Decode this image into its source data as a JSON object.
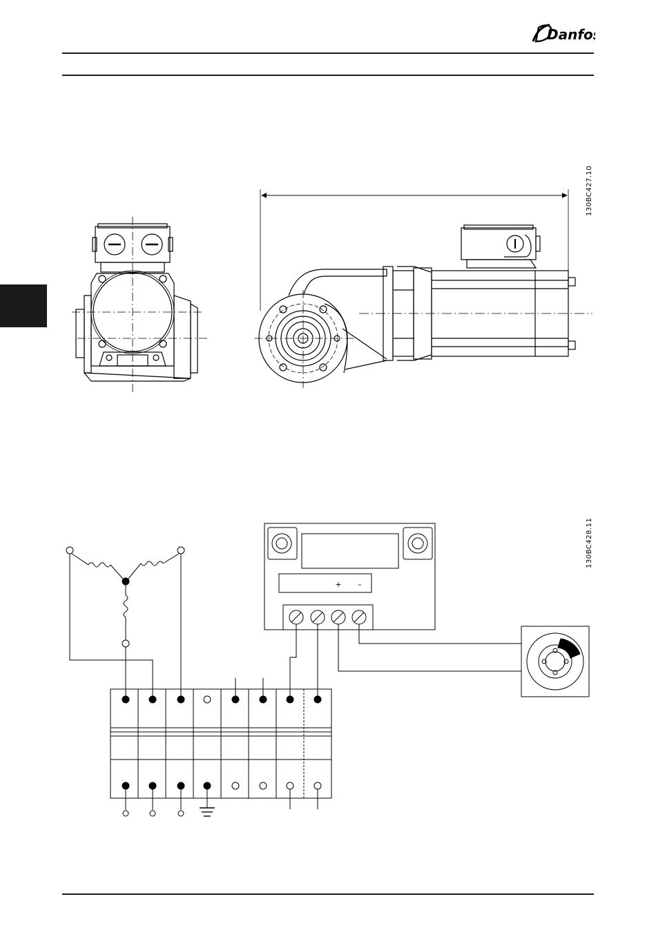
{
  "header": {
    "brand": "Danfoss"
  },
  "figures": {
    "motor_drawing_id": "130BC427.10",
    "wiring_diagram_id": "130BC428.11",
    "rectifier_label_plus": "+",
    "rectifier_label_minus": "–"
  }
}
